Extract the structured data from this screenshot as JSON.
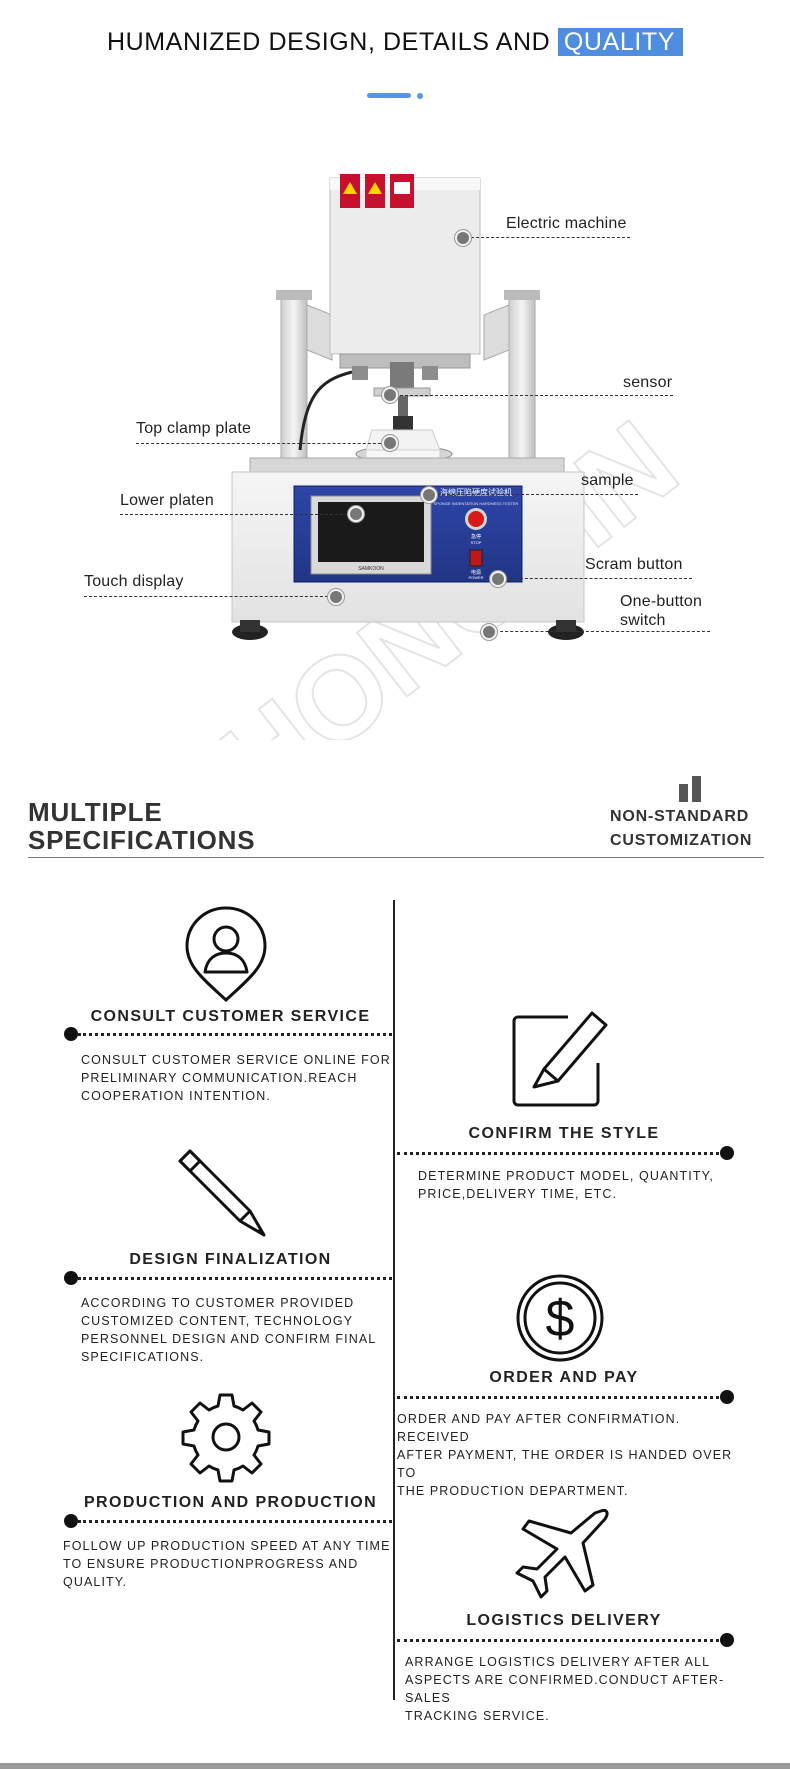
{
  "header": {
    "title_main": "HUMANIZED DESIGN, DETAILS AND",
    "title_highlight": "QUALITY",
    "accent_color": "#4f8de0"
  },
  "machine": {
    "panel_title": "海绵压陷硬度试验机",
    "panel_subtitle": "SPONGE INDENTATION HARDNESS TESTER",
    "stop_label": "急停",
    "stop_label_en": "STOP",
    "power_label": "电源",
    "power_label_en": "POWER",
    "screen_brand": "SAMKOON",
    "watermark": "HONGJIN",
    "callouts": {
      "electric_machine": "Electric machine",
      "sensor": "sensor",
      "top_clamp_plate": "Top clamp plate",
      "sample": "sample",
      "lower_platen": "Lower platen",
      "scram_button": "Scram button",
      "touch_display": "Touch display",
      "one_button_switch_line1": "One-button",
      "one_button_switch_line2": "switch"
    }
  },
  "specs": {
    "title_line1": "MULTIPLE",
    "title_line2": "SPECIFICATIONS",
    "nonstandard_line1": "NON-STANDARD",
    "nonstandard_line2": "CUSTOMIZATION"
  },
  "steps": [
    {
      "icon": "user-pin-icon",
      "title": "CONSULT CUSTOMER SERVICE",
      "lines": [
        "CONSULT CUSTOMER SERVICE ONLINE FOR",
        "PRELIMINARY COMMUNICATION.REACH",
        "COOPERATION INTENTION."
      ]
    },
    {
      "icon": "edit-square-icon",
      "title": "CONFIRM THE STYLE",
      "lines": [
        "DETERMINE PRODUCT MODEL, QUANTITY,",
        "PRICE,DELIVERY TIME, ETC."
      ]
    },
    {
      "icon": "pencil-icon",
      "title": "DESIGN FINALIZATION",
      "lines": [
        "ACCORDING TO CUSTOMER PROVIDED",
        "CUSTOMIZED CONTENT, TECHNOLOGY",
        "PERSONNEL DESIGN AND CONFIRM FINAL",
        "SPECIFICATIONS."
      ]
    },
    {
      "icon": "dollar-coin-icon",
      "title": "ORDER AND PAY",
      "lines": [
        "ORDER AND PAY AFTER CONFIRMATION. RECEIVED",
        "AFTER PAYMENT, THE ORDER IS HANDED OVER TO",
        "THE PRODUCTION DEPARTMENT."
      ]
    },
    {
      "icon": "gear-icon",
      "title": "PRODUCTION AND PRODUCTION",
      "lines": [
        "FOLLOW UP PRODUCTION SPEED AT ANY TIME",
        "TO ENSURE PRODUCTIONPROGRESS AND QUALITY."
      ]
    },
    {
      "icon": "airplane-icon",
      "title": "LOGISTICS DELIVERY",
      "lines": [
        "ARRANGE LOGISTICS DELIVERY AFTER ALL",
        "ASPECTS ARE CONFIRMED.CONDUCT AFTER-SALES",
        "TRACKING SERVICE."
      ]
    }
  ]
}
